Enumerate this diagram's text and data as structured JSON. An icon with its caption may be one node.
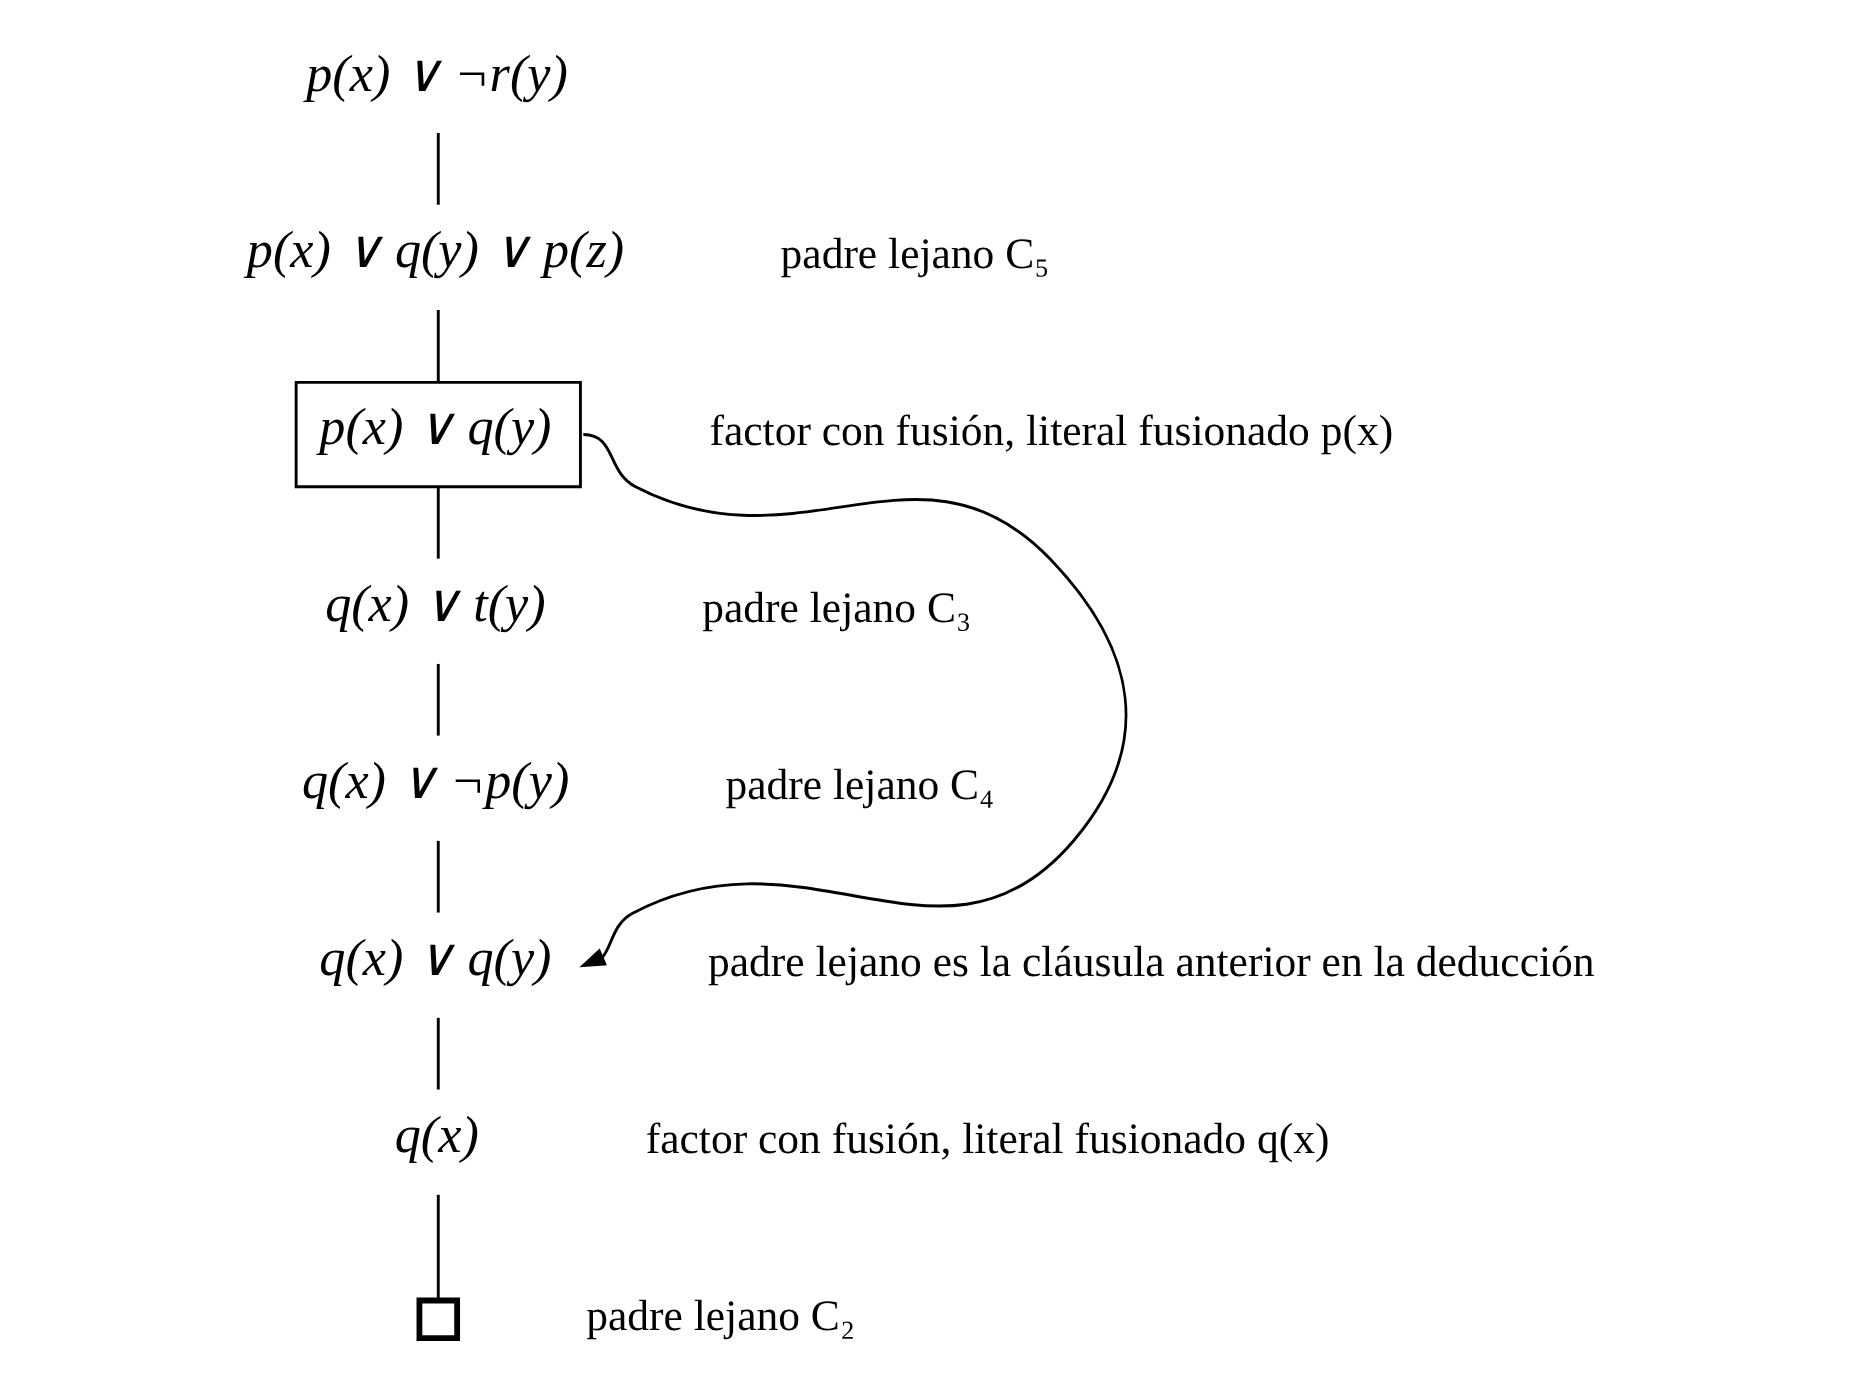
{
  "diagram": {
    "nodes": [
      {
        "text": [
          "p(x) ∨ ¬r(y)"
        ]
      },
      {
        "text": [
          "p(x) ∨ q(y) ∨ p(z)"
        ],
        "beside": [
          "padre lejano C₅"
        ]
      },
      {
        "text": [
          "p(x) ∨ q(y)"
        ],
        "beside": [
          "factor con fusión, literal fusionado p(x)"
        ]
      },
      {
        "text": [
          "q(x) ∨ t(y)"
        ],
        "beside": [
          "padre lejano C₃"
        ]
      },
      {
        "text": [
          "q(x) ∨ ¬p(y)"
        ],
        "beside": [
          "padre lejano C₄"
        ]
      },
      {
        "text": [
          "q(x) ∨ q(y)"
        ],
        "beside": [
          "padre lejano es la cláusula anterior en la deducción"
        ]
      },
      {
        "text": [
          "q(x)"
        ],
        "beside": [
          "factor con fusión, literal fusionado q(x)"
        ]
      },
      {
        "text": [],
        "shape": "box",
        "beside": [
          "padre lejano C₂"
        ]
      }
    ],
    "edges": [
      {
        "from": 0,
        "to": 1,
        "arrow": "none"
      },
      {
        "from": 1,
        "to": 2,
        "arrow": "none"
      },
      {
        "from": 2,
        "to": 3,
        "arrow": "none"
      },
      {
        "from": 3,
        "to": 4,
        "arrow": "none"
      },
      {
        "from": 4,
        "to": 5,
        "arrow": "none"
      },
      {
        "from": 5,
        "to": 6,
        "arrow": "none"
      },
      {
        "from": 6,
        "to": 7,
        "arrow": "none"
      },
      {
        "from": 2,
        "to": 5,
        "arrow": "to"
      }
    ]
  }
}
